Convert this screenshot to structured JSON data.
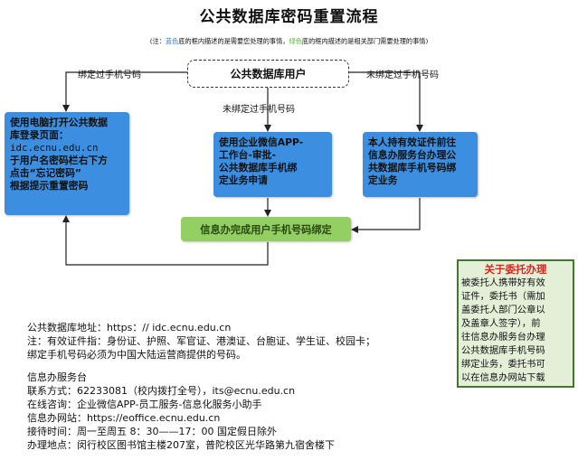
{
  "title": "公共数据库密码重置流程",
  "note": {
    "prefix": "(注：",
    "blue_word": "蓝色",
    "blue_desc": "底的框内描述的是需要您处理的事情，",
    "green_word": "绿色",
    "green_desc": "底的框内描述的是相关部门需要处理的事情)",
    "blue_color": "#3b8ee0",
    "green_color": "#93cf63"
  },
  "nodes": {
    "start": "公共数据库用户",
    "left_lines": [
      "使用电脑打开公共数据",
      "库登录页面：",
      "idc.ecnu.edu.cn",
      "于用户名密码栏右下方",
      "点击“忘记密码”",
      "根据提示重置密码"
    ],
    "mid_lines": [
      "使用企业微信APP-",
      "工作台-审批-",
      "公共数据库手机绑",
      "定业务申请"
    ],
    "right_lines": [
      "本人持有效证件前往",
      "信息办服务台办理公",
      "共数据库手机号码绑",
      "定业务"
    ],
    "final": "信息办完成用户手机号码绑定"
  },
  "edges": {
    "left": "绑定过手机号码",
    "mid": "未绑定过手机号码",
    "right": "未绑定过手机号码"
  },
  "delegate": {
    "title": "关于委托办理",
    "lines": [
      "被委托人携带好有效",
      "证件，委托书（需加",
      "盖委托人部门公章以",
      "及盖章人签字），前",
      "往信息办服务台办理",
      "公共数据库手机号码",
      "绑定业务，委托书可",
      "以在信息办网站下载"
    ]
  },
  "info": {
    "top_lines": [
      "公共数据库地址：https：// idc.ecnu.edu.cn",
      "注：有效证件指：身份证、护照、军官证、港澳证、台胞证、学生证、校园卡；",
      "绑定手机号码必须为中国大陆运营商提供的号码。"
    ],
    "bottom_lines": [
      "信息办服务台",
      "联系方式：62233081（校内拨打全号），its@ecnu.edu.cn",
      "在线咨询：企业微信APP-员工服务-信息化服务小助手",
      "信息办网站：https://eoffice.ecnu.edu.cn",
      "接待时间：周一至周五 8：30——17：00  国定假日除外",
      "办理地点：闵行校区图书馆主楼207室，普陀校区光华路第九宿舍楼下"
    ]
  }
}
